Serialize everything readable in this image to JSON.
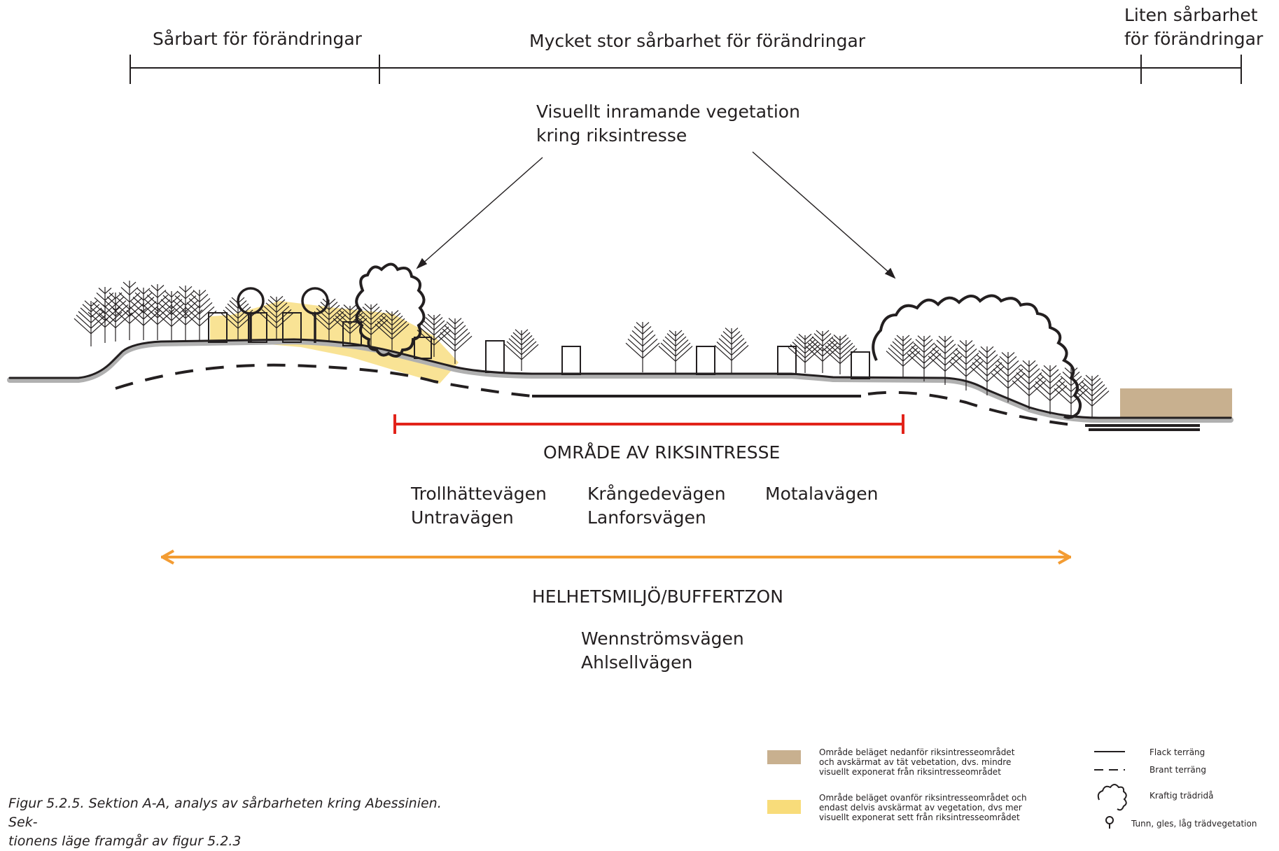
{
  "zones": {
    "sarbart": "Sårbart för förändringar",
    "mycket": "Mycket stor sårbarhet för förändringar",
    "liten": [
      "Liten sårbarhet",
      "för förändringar"
    ]
  },
  "annotation": [
    "Visuellt inramande vegetation",
    "kring riksintresse"
  ],
  "riksintresse": {
    "title": "OMRÅDE AV RIKSINTRESSE",
    "color": "#e2231a",
    "roads": [
      [
        "Trollhättevägen",
        "Untravägen"
      ],
      [
        "Krångedevägen",
        "Lanforsvägen"
      ],
      [
        "Motalavägen"
      ]
    ]
  },
  "buffer": {
    "title": "HELHETSMILJÖ/BUFFERTZON",
    "color": "#f39c33",
    "roads": [
      "Wennströmsvägen",
      "Ahlsellvägen"
    ]
  },
  "caption": [
    "Figur 5.2.5. Sektion A-A, analys av sårbarheten kring Abessinien. Sek-",
    "tionens läge framgår av figur 5.2.3"
  ],
  "legend": {
    "fills": [
      {
        "color": "#c8b08f",
        "text": [
          "Område beläget nedanför riksintresseområdet",
          "och avskärmat av tät vebetation,  dvs. mindre",
          "visuellt exponerat från riksintresseområdet"
        ]
      },
      {
        "color": "#f8dc7a",
        "text": [
          "Område beläget ovanför riksintresseområdet och",
          "endast delvis avskärmat av vegetation, dvs mer",
          "visuellt exponerat sett från riksintresseområdet"
        ]
      }
    ],
    "symbols": [
      {
        "icon": "solid-line-icon",
        "text": "Flack terräng"
      },
      {
        "icon": "dashed-line-icon",
        "text": "Brant terräng"
      },
      {
        "icon": "tree-wall-icon",
        "text": "Kraftig trädridå"
      },
      {
        "icon": "sparse-tree-icon",
        "text": "Tunn, gles, låg trädvegetation"
      }
    ]
  }
}
